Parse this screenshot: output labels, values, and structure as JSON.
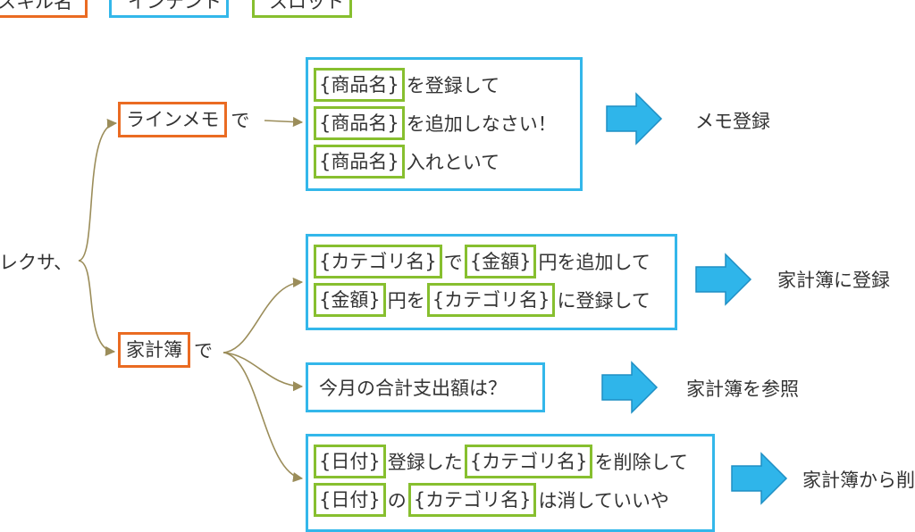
{
  "legend": {
    "skill": "スキル名",
    "intent": "インテント",
    "slot": "スロット"
  },
  "utterance": "アレクサ、",
  "skills": [
    {
      "name": "ラインメモ",
      "suffix": "で"
    },
    {
      "name": "家計簿",
      "suffix": "で"
    }
  ],
  "intents": [
    {
      "lines": [
        [
          {
            "type": "slot",
            "text": "{商品名}"
          },
          {
            "type": "text",
            "text": "を登録して"
          }
        ],
        [
          {
            "type": "slot",
            "text": "{商品名}"
          },
          {
            "type": "text",
            "text": "を追加しなさい！"
          }
        ],
        [
          {
            "type": "slot",
            "text": "{商品名}"
          },
          {
            "type": "text",
            "text": "入れといて"
          }
        ]
      ],
      "result": "メモ登録"
    },
    {
      "lines": [
        [
          {
            "type": "slot",
            "text": "{カテゴリ名}"
          },
          {
            "type": "text",
            "text": "で"
          },
          {
            "type": "slot",
            "text": "{金額}"
          },
          {
            "type": "text",
            "text": "円を追加して"
          }
        ],
        [
          {
            "type": "slot",
            "text": "{金額}"
          },
          {
            "type": "text",
            "text": "円を"
          },
          {
            "type": "slot",
            "text": "{カテゴリ名}"
          },
          {
            "type": "text",
            "text": "に登録して"
          }
        ]
      ],
      "result": "家計簿に登録"
    },
    {
      "lines": [
        [
          {
            "type": "text",
            "text": "今月の合計支出額は？"
          }
        ]
      ],
      "result": "家計簿を参照"
    },
    {
      "lines": [
        [
          {
            "type": "slot",
            "text": "{日付}"
          },
          {
            "type": "text",
            "text": "登録した"
          },
          {
            "type": "slot",
            "text": "{カテゴリ名}"
          },
          {
            "type": "text",
            "text": "を削除して"
          }
        ],
        [
          {
            "type": "slot",
            "text": "{日付}"
          },
          {
            "type": "text",
            "text": "の"
          },
          {
            "type": "slot",
            "text": "{カテゴリ名}"
          },
          {
            "type": "text",
            "text": "は消していいや"
          }
        ]
      ],
      "result": "家計簿から削除"
    }
  ],
  "colors": {
    "skill": "#ea6b22",
    "intent": "#33b7ea",
    "slot": "#87bf2f",
    "connector": "#9b8d5a",
    "arrow": "#2fb5ea",
    "arrow_stroke": "#1f8fc4"
  }
}
